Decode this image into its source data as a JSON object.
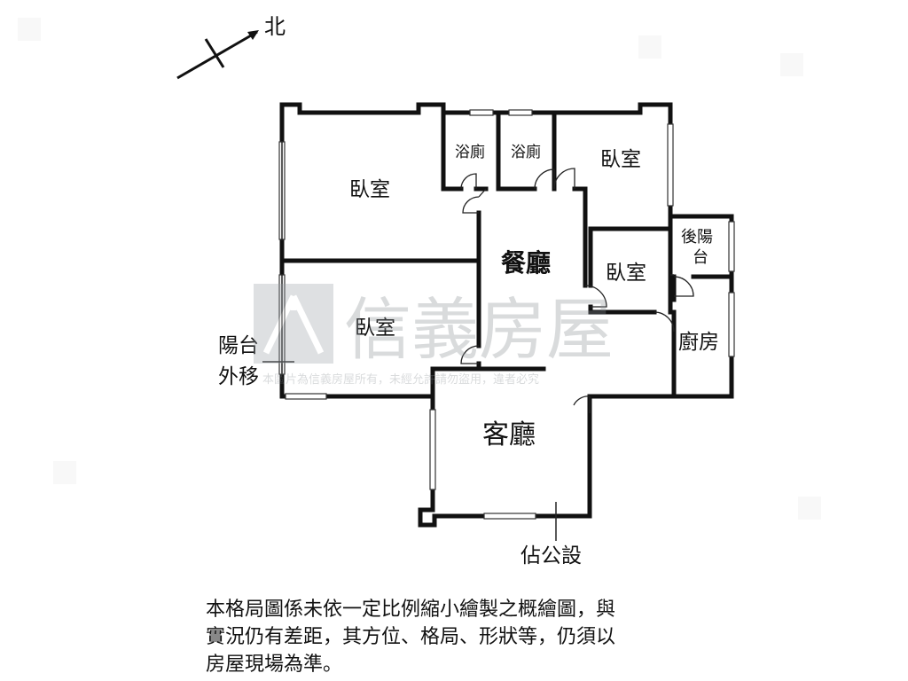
{
  "compass": {
    "label": "北"
  },
  "rooms": {
    "bedroom_nw": "臥室",
    "bath_1": "浴廁",
    "bath_2": "浴廁",
    "bedroom_ne": "臥室",
    "back_balcony_line1": "後陽",
    "back_balcony_line2": "台",
    "dining": "餐廳",
    "bedroom_small": "臥室",
    "bedroom_w": "臥室",
    "kitchen": "廚房",
    "living": "客廳"
  },
  "annotations": {
    "balcony_moved_line1": "陽台",
    "balcony_moved_line2": "外移",
    "public_area": "佔公設"
  },
  "watermark": {
    "brand": "信義房屋",
    "copyright": "本圖片為信義房屋所有，未經允許請勿盜用，違者必究"
  },
  "disclaimer": {
    "line1": "本格局圖係未依一定比例縮小繪製之概繪圖，與",
    "line2": "實況仍有差距，其方位、格局、形狀等，仍須以",
    "line3": "房屋現場為準。"
  }
}
